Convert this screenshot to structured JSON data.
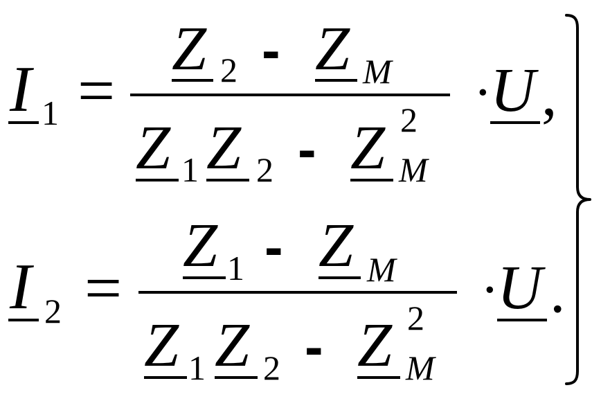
{
  "equations": [
    {
      "lhs": {
        "var": "I",
        "sub": "1"
      },
      "equals": "=",
      "numerator": {
        "a": "Z",
        "a_sub": "2",
        "op": "-",
        "b": "Z",
        "b_sub": "M"
      },
      "denominator": {
        "a": "Z",
        "a_sub": "1",
        "b": "Z",
        "b_sub": "2",
        "op": "-",
        "c": "Z",
        "c_sup": "2",
        "c_sub": "M"
      },
      "dot": "·",
      "rhs": "U",
      "trail": ","
    },
    {
      "lhs": {
        "var": "I",
        "sub": "2"
      },
      "equals": "=",
      "numerator": {
        "a": "Z",
        "a_sub": "1",
        "op": "-",
        "b": "Z",
        "b_sub": "M"
      },
      "denominator": {
        "a": "Z",
        "a_sub": "1",
        "b": "Z",
        "b_sub": "2",
        "op": "-",
        "c": "Z",
        "c_sup": "2",
        "c_sub": "M"
      },
      "dot": "·",
      "rhs": "U",
      "trail": "."
    }
  ]
}
